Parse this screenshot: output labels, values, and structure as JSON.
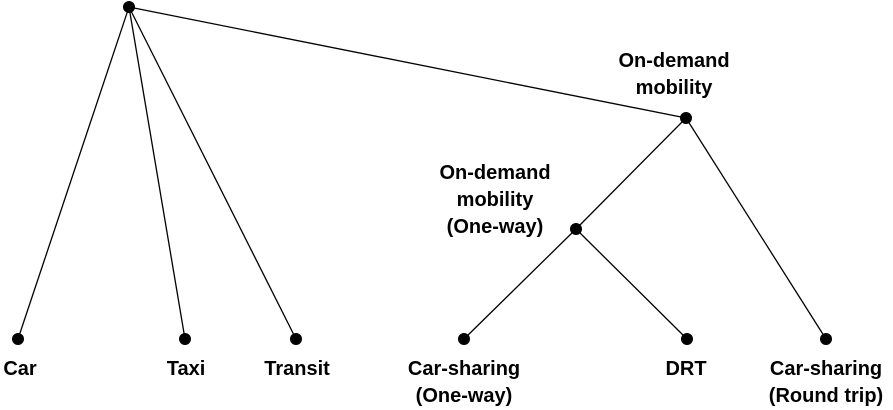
{
  "diagram": {
    "type": "tree",
    "nodes": [
      {
        "id": "root",
        "label_lines": []
      },
      {
        "id": "on-demand",
        "label_lines": [
          "On-demand",
          "mobility"
        ]
      },
      {
        "id": "on-demand-one-way",
        "label_lines": [
          "On-demand",
          "mobility",
          "(One-way)"
        ]
      },
      {
        "id": "car",
        "label_lines": [
          "Car"
        ]
      },
      {
        "id": "taxi",
        "label_lines": [
          "Taxi"
        ]
      },
      {
        "id": "transit",
        "label_lines": [
          "Transit"
        ]
      },
      {
        "id": "car-sharing-one-way",
        "label_lines": [
          "Car-sharing",
          "(One-way)"
        ]
      },
      {
        "id": "drt",
        "label_lines": [
          "DRT"
        ]
      },
      {
        "id": "car-sharing-round-trip",
        "label_lines": [
          "Car-sharing",
          "(Round trip)"
        ]
      }
    ],
    "edges": [
      [
        "root",
        "car"
      ],
      [
        "root",
        "taxi"
      ],
      [
        "root",
        "transit"
      ],
      [
        "root",
        "on-demand"
      ],
      [
        "on-demand",
        "on-demand-one-way"
      ],
      [
        "on-demand",
        "car-sharing-round-trip"
      ],
      [
        "on-demand-one-way",
        "car-sharing-one-way"
      ],
      [
        "on-demand-one-way",
        "drt"
      ]
    ],
    "colors": {
      "line": "#000000",
      "node": "#000000",
      "text": "#000000",
      "background": "#ffffff"
    }
  }
}
